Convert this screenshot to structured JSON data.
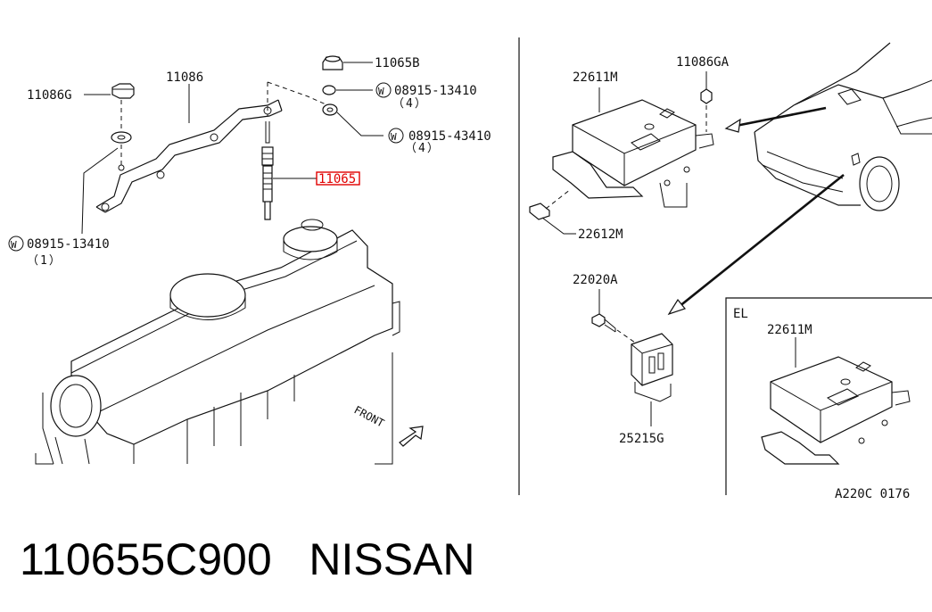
{
  "labels": {
    "part_11065B": "11065B",
    "part_11086G": "11086G",
    "part_11086": "11086",
    "washer_1": "08915-13410",
    "washer_1_qty": "（4）",
    "washer_2": "08915-43410",
    "washer_2_qty": "（4）",
    "glow_plug": "11065",
    "washer_3": "08915-13410",
    "washer_3_qty": "（1）",
    "washer_symbol": "W",
    "front": "FRONT",
    "part_22611M": "22611M",
    "part_11086GA": "11086GA",
    "part_22612M": "22612M",
    "part_22020A": "22020A",
    "part_25215G": "25215G",
    "inset_tag": "EL",
    "inset_22611M": "22611M",
    "figure_code": "A220C 0176"
  },
  "caption": {
    "part_number": "110655C900",
    "brand": "NISSAN"
  },
  "colors": {
    "highlight": "#e00000",
    "line": "#111111"
  }
}
